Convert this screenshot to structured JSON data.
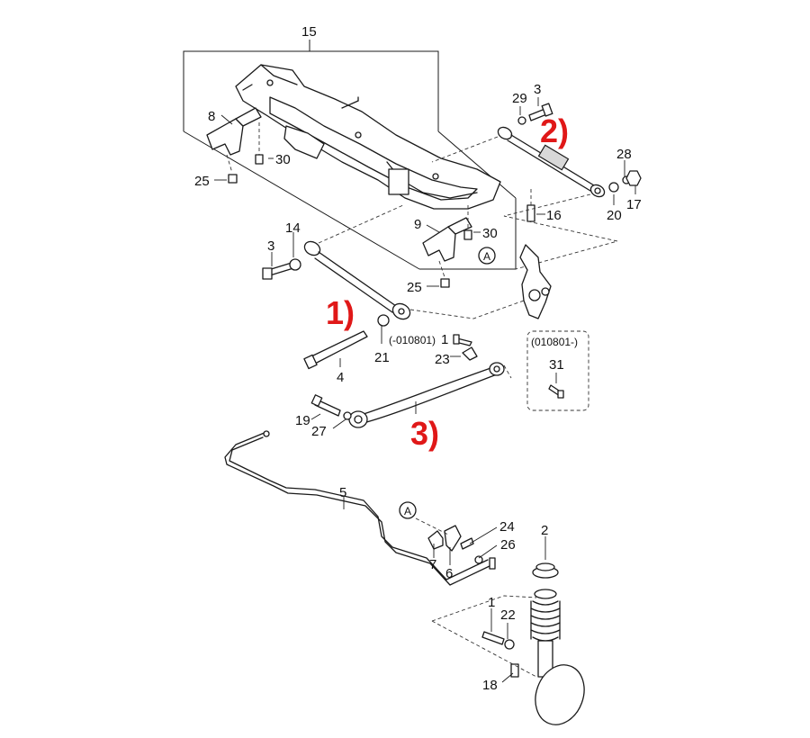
{
  "callouts": {
    "n1": "1",
    "n2": "2",
    "n3": "3",
    "n4": "4",
    "n5": "5",
    "n6": "6",
    "n7": "7",
    "n8": "8",
    "n9": "9",
    "n14": "14",
    "n15": "15",
    "n16": "16",
    "n17": "17",
    "n18": "18",
    "n19": "19",
    "n20": "20",
    "n21": "21",
    "n22": "22",
    "n23": "23",
    "n24": "24",
    "n25": "25",
    "n26": "26",
    "n27": "27",
    "n28": "28",
    "n29": "29",
    "n30": "30",
    "n31": "31"
  },
  "ref_marker": "A",
  "date_notes": {
    "before": "(-010801)",
    "after": "(010801-)"
  },
  "arm_labels": {
    "one": "1)",
    "two": "2)",
    "three": "3)"
  },
  "colors": {
    "line": "#1a1a1a",
    "highlight_red": "#e01818"
  }
}
